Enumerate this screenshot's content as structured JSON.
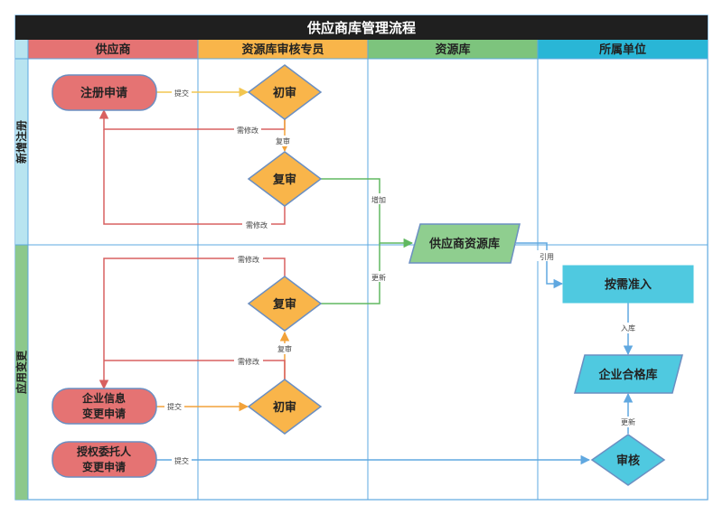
{
  "title": "供应商库管理流程",
  "columns": [
    "供应商",
    "资源库审核专员",
    "资源库",
    "所属单位"
  ],
  "rows": [
    "新增注册",
    "应用变更"
  ],
  "nodes": {
    "register": "注册申请",
    "first_review_1": "初审",
    "second_review_1": "复审",
    "resource_pool": "供应商资源库",
    "second_review_2": "复审",
    "first_review_2": "初审",
    "company_change": [
      "企业信息",
      "变更申请"
    ],
    "authorize_change": [
      "授权委托人",
      "变更申请"
    ],
    "on_demand_admit": "按需准入",
    "qualified_pool": "企业合格库",
    "audit": "审核"
  },
  "edge_labels": {
    "submit_1": "提交",
    "need_modify_1": "需修改",
    "recheck_1": "复审",
    "need_modify_2": "需修改",
    "add": "增加",
    "update": "更新",
    "need_modify_3": "需修改",
    "recheck_2": "复审",
    "need_modify_4": "需修改",
    "submit_2": "提交",
    "submit_3": "提交",
    "reference": "引用",
    "into_pool": "入库",
    "update_2": "更新"
  },
  "colors": {
    "title_bg": "#1f1f1f",
    "col_supplier": "#e57373",
    "col_reviewer": "#f9b54a",
    "col_pool": "#7dc47d",
    "col_unit": "#29b6d6",
    "row_register": "#b8e4f0",
    "row_change": "#8cc88c",
    "grid": "#5da8e0",
    "node_red": "#e57373",
    "node_orange": "#f9b54a",
    "node_green": "#8fce8f",
    "node_cyan": "#4fc9e0",
    "edge_red": "#d86060",
    "edge_orange": "#f2a23a",
    "edge_green": "#60b860",
    "edge_blue": "#60a8e0",
    "edge_yellow": "#f2c650"
  }
}
